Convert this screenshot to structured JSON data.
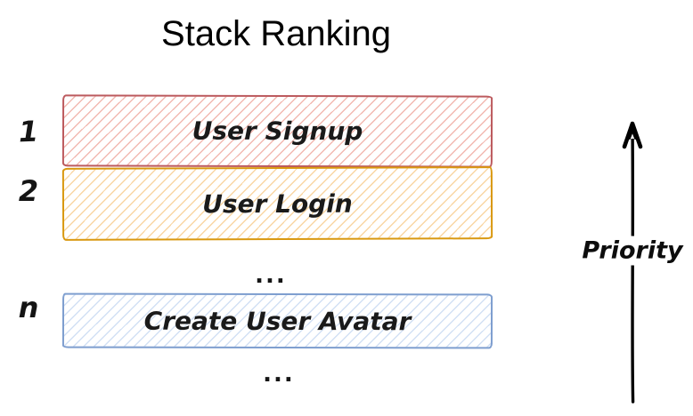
{
  "title": "Stack Ranking",
  "stack": {
    "ellipsis_top": "...",
    "ellipsis_bottom": "...",
    "items": [
      {
        "rank": "1",
        "label": "User Signup",
        "stroke_color": "#bc5a5e",
        "hatch_color": "#f2b9b1"
      },
      {
        "rank": "2",
        "label": "User Login",
        "stroke_color": "#d9980f",
        "hatch_color": "#f9d6a3"
      },
      {
        "rank": "n",
        "label": "Create User Avatar",
        "stroke_color": "#7e9ecf",
        "hatch_color": "#d2e0f4"
      }
    ]
  },
  "arrow": {
    "label": "Priority",
    "direction": "up",
    "color": "#000000"
  }
}
